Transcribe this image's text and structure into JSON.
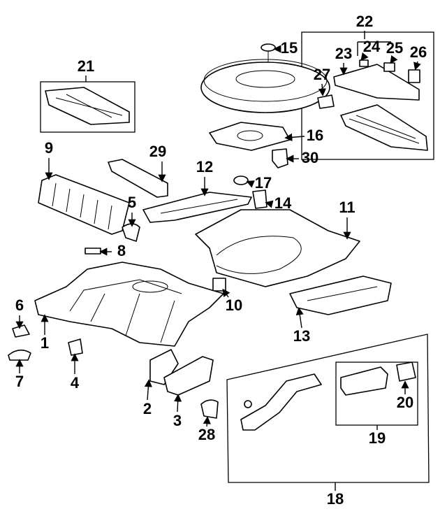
{
  "diagram": {
    "callouts": [
      "1",
      "2",
      "3",
      "4",
      "5",
      "6",
      "7",
      "8",
      "9",
      "10",
      "11",
      "12",
      "13",
      "14",
      "15",
      "16",
      "17",
      "18",
      "19",
      "20",
      "21",
      "22",
      "23",
      "24",
      "25",
      "26",
      "27",
      "28",
      "29",
      "30"
    ],
    "line_color": "#000000",
    "background": "#ffffff"
  }
}
